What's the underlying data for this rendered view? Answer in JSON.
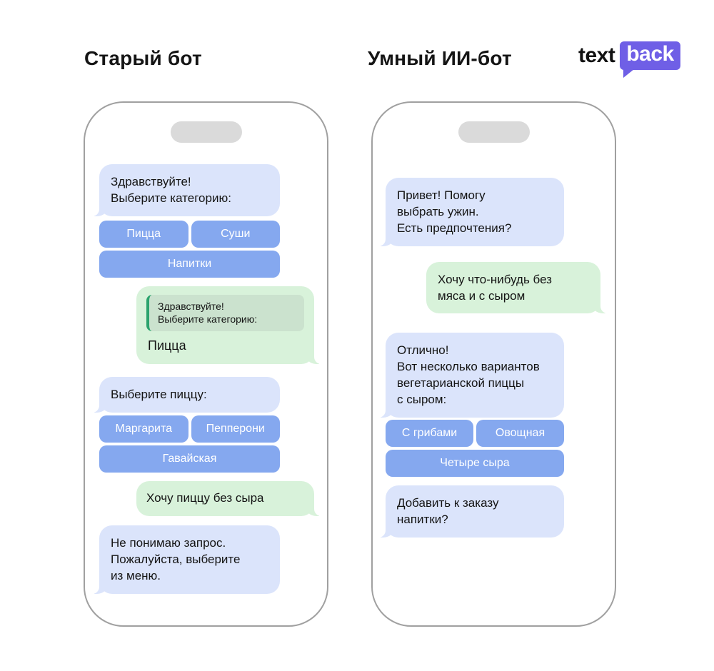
{
  "titles": {
    "old_bot": "Старый бот",
    "smart_bot": "Умный ИИ-бот"
  },
  "logo": {
    "text": "text",
    "back": "back"
  },
  "colors": {
    "bot_bubble": "#DBE4FB",
    "user_bubble": "#D8F2DA",
    "button": "#85A8EF",
    "button_text": "#FFFFFF",
    "quote_bg": "#CBE2CE",
    "quote_bar": "#2BA36D",
    "logo_purple": "#6F5FE6",
    "phone_border": "#A0A0A0",
    "island": "#DADADA"
  },
  "old_bot": {
    "msg1": "Здравствуйте!\nВыберите категорию:",
    "btn_pizza": "Пицца",
    "btn_sushi": "Суши",
    "btn_drinks": "Напитки",
    "user1_quote": "Здравствуйте!\nВыберите категорию:",
    "user1_text": "Пицца",
    "msg2": "Выберите пиццу:",
    "btn_margherita": "Маргарита",
    "btn_pepperoni": "Пепперони",
    "btn_hawaiian": "Гавайская",
    "user2_text": "Хочу пиццу без сыра",
    "msg3": "Не понимаю запрос.\nПожалуйста, выберите\nиз меню."
  },
  "smart_bot": {
    "msg1": "Привет! Помогу\nвыбрать ужин.\nЕсть предпочтения?",
    "user1_text": "Хочу что-нибудь без\nмяса и с сыром",
    "msg2": "Отлично!\nВот несколько вариантов\nвегетарианской пиццы\nс сыром:",
    "btn_mushrooms": "С грибами",
    "btn_veggie": "Овощная",
    "btn_four_cheese": "Четыре сыра",
    "msg3": "Добавить к заказу\nнапитки?"
  }
}
